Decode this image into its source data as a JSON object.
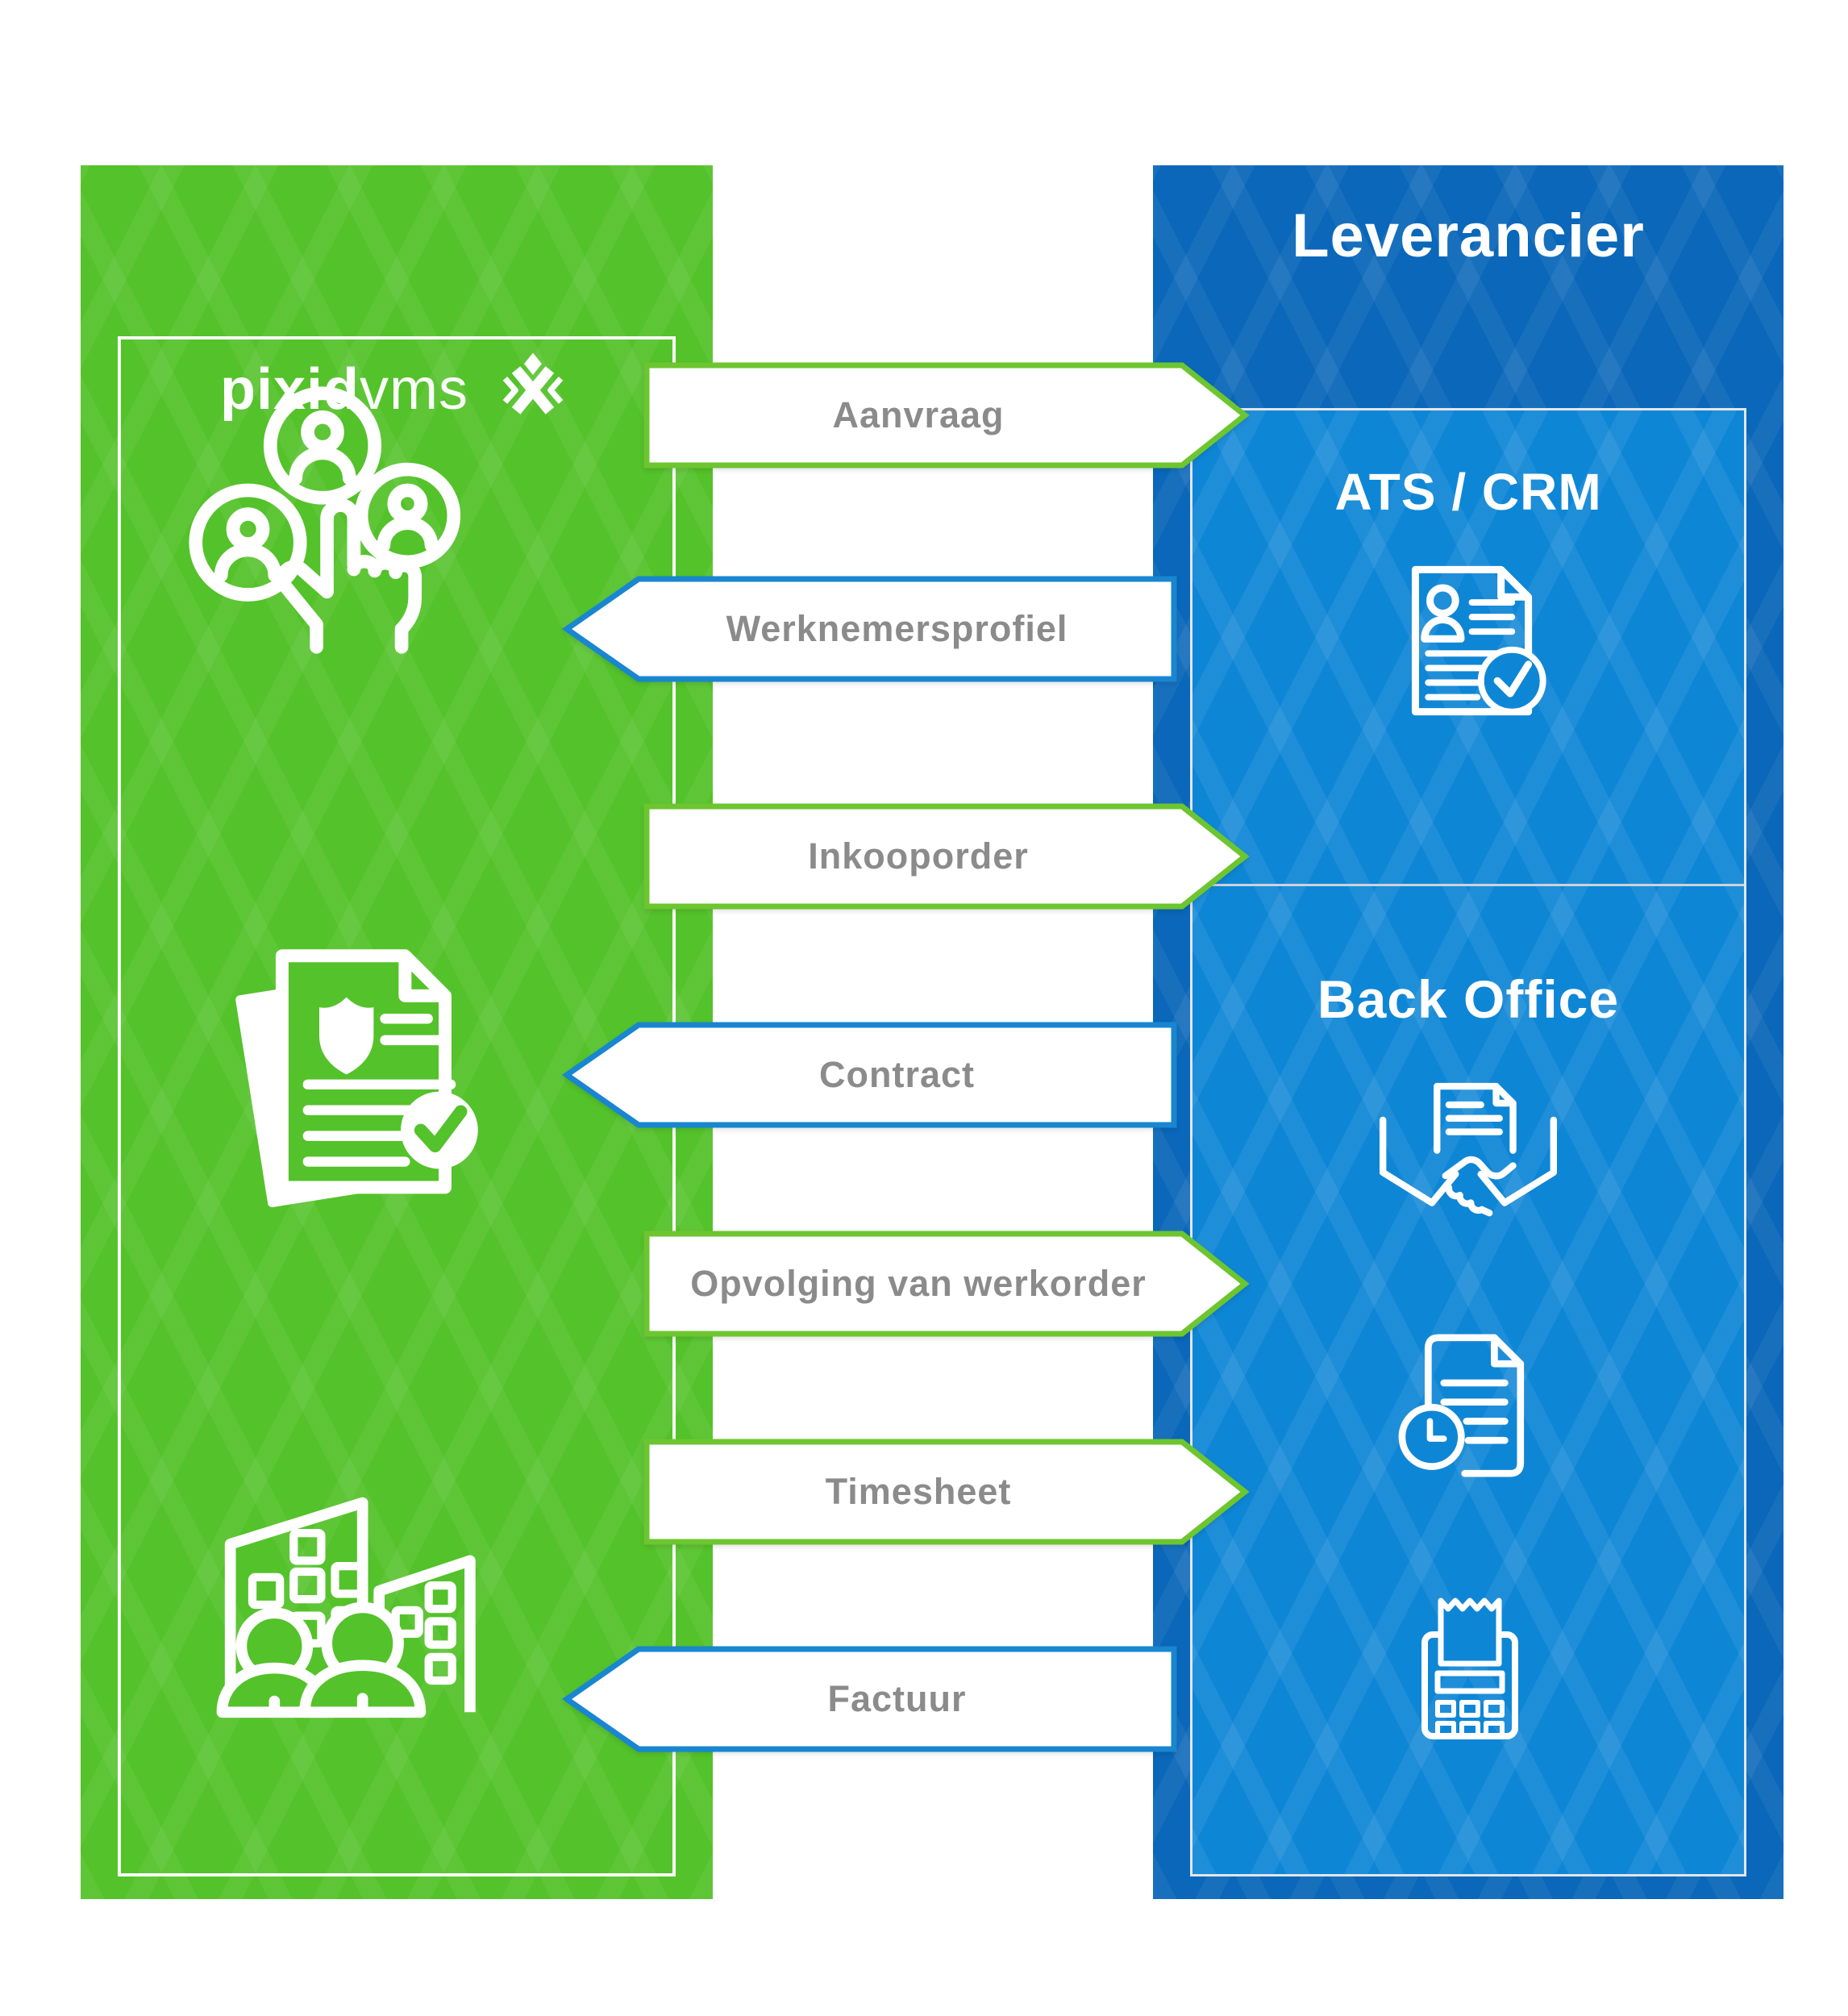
{
  "diagram": {
    "left_panel": {
      "logo_bold": "pixid",
      "logo_light": "vms",
      "icons": [
        "candidates-select-icon",
        "contract-shield-check-icon",
        "buildings-people-icon"
      ]
    },
    "right_panel": {
      "title": "Leverancier",
      "section_ats": {
        "title": "ATS / CRM",
        "icon": "cv-check-icon"
      },
      "section_backoffice": {
        "title": "Back Office",
        "icons": [
          "handshake-document-icon",
          "document-clock-icon",
          "calculator-receipt-icon"
        ]
      }
    },
    "arrows": [
      {
        "label": "Aanvraag",
        "direction": "right"
      },
      {
        "label": "Werknemersprofiel",
        "direction": "left"
      },
      {
        "label": "Inkooporder",
        "direction": "right"
      },
      {
        "label": "Contract",
        "direction": "left"
      },
      {
        "label": "Opvolging van werkorder",
        "direction": "right"
      },
      {
        "label": "Timesheet",
        "direction": "right"
      },
      {
        "label": "Factuur",
        "direction": "left"
      }
    ],
    "colors": {
      "green": "#54c22a",
      "green_arrow_border": "#6dc52f",
      "blue_dark": "#0a67b9",
      "blue_light": "#0e86d6",
      "blue_arrow_border": "#1886d0",
      "label_gray": "#8b8b8b"
    }
  }
}
